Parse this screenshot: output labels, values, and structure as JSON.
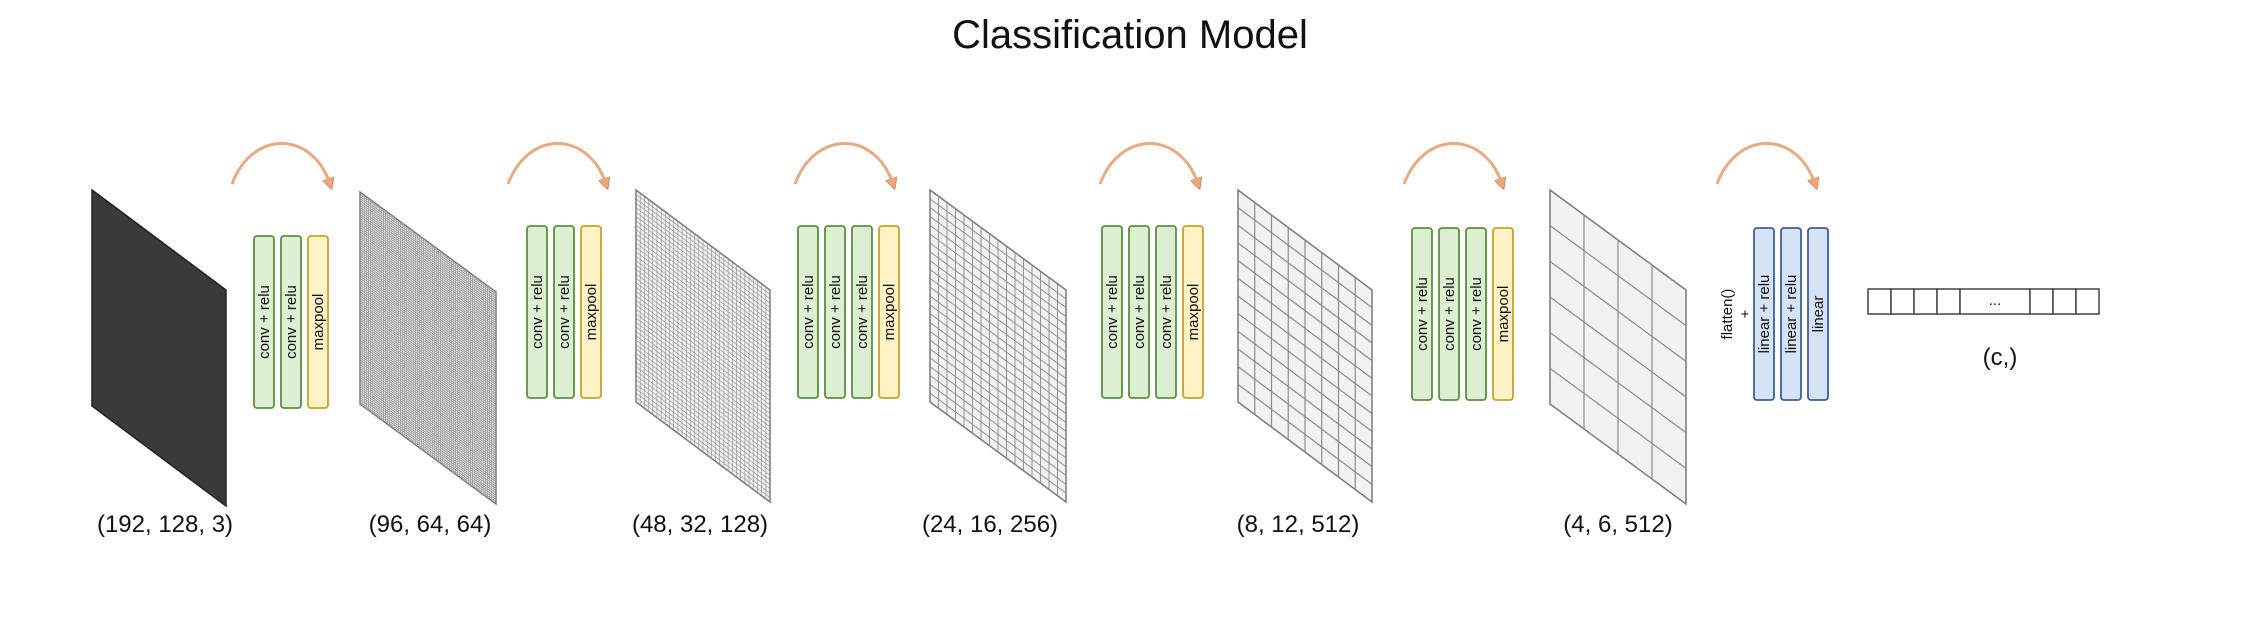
{
  "title": "Classification Model",
  "colors": {
    "input": "#3a3a3a",
    "feature_fill": "#f2f2f2",
    "grid_line": "#8a8a8a",
    "conv_fill": "#dcefd3",
    "conv_stroke": "#5c8f3e",
    "pool_fill": "#fff2c6",
    "pool_stroke": "#c9a227",
    "linear_fill": "#d6e2f5",
    "linear_stroke": "#3d5f97",
    "arrow": "#eba77f"
  },
  "tensors": [
    {
      "label": "(192, 128, 3)",
      "cells": 0
    },
    {
      "label": "(96, 64, 64)",
      "cells": 64
    },
    {
      "label": "(48, 32, 128)",
      "cells": 32
    },
    {
      "label": "(24, 16, 256)",
      "cells": 16
    },
    {
      "label": "(8, 12, 512)",
      "cells": 8
    },
    {
      "label": "(4, 6, 512)",
      "cells": 4
    }
  ],
  "blocks": [
    {
      "layers": [
        {
          "label": "conv + relu",
          "kind": "conv"
        },
        {
          "label": "conv + relu",
          "kind": "conv"
        },
        {
          "label": "maxpool",
          "kind": "pool"
        }
      ]
    },
    {
      "layers": [
        {
          "label": "conv + relu",
          "kind": "conv"
        },
        {
          "label": "conv + relu",
          "kind": "conv"
        },
        {
          "label": "maxpool",
          "kind": "pool"
        }
      ]
    },
    {
      "layers": [
        {
          "label": "conv + relu",
          "kind": "conv"
        },
        {
          "label": "conv + relu",
          "kind": "conv"
        },
        {
          "label": "conv + relu",
          "kind": "conv"
        },
        {
          "label": "maxpool",
          "kind": "pool"
        }
      ]
    },
    {
      "layers": [
        {
          "label": "conv + relu",
          "kind": "conv"
        },
        {
          "label": "conv + relu",
          "kind": "conv"
        },
        {
          "label": "conv + relu",
          "kind": "conv"
        },
        {
          "label": "maxpool",
          "kind": "pool"
        }
      ]
    },
    {
      "layers": [
        {
          "label": "conv + relu",
          "kind": "conv"
        },
        {
          "label": "conv + relu",
          "kind": "conv"
        },
        {
          "label": "conv + relu",
          "kind": "conv"
        },
        {
          "label": "maxpool",
          "kind": "pool"
        }
      ]
    },
    {
      "prefix": "flatten()\n+",
      "layers": [
        {
          "label": "linear + relu",
          "kind": "linear"
        },
        {
          "label": "linear + relu",
          "kind": "linear"
        },
        {
          "label": "linear",
          "kind": "linear"
        }
      ]
    }
  ],
  "output": {
    "label": "(c,)",
    "ellipsis": "..."
  }
}
